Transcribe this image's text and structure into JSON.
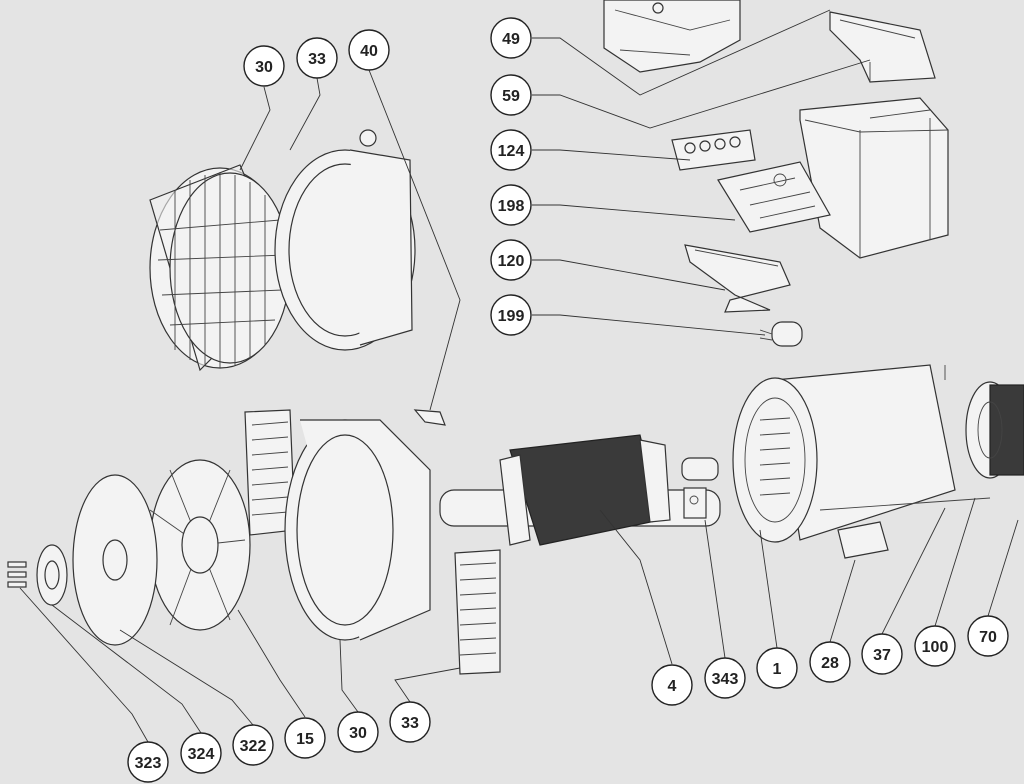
{
  "callouts": [
    {
      "id": "c49",
      "label": "49"
    },
    {
      "id": "c30a",
      "label": "30"
    },
    {
      "id": "c33a",
      "label": "33"
    },
    {
      "id": "c40",
      "label": "40"
    },
    {
      "id": "c59",
      "label": "59"
    },
    {
      "id": "c124",
      "label": "124"
    },
    {
      "id": "c198",
      "label": "198"
    },
    {
      "id": "c120",
      "label": "120"
    },
    {
      "id": "c199",
      "label": "199"
    },
    {
      "id": "c4",
      "label": "4"
    },
    {
      "id": "c343",
      "label": "343"
    },
    {
      "id": "c1",
      "label": "1"
    },
    {
      "id": "c28",
      "label": "28"
    },
    {
      "id": "c37",
      "label": "37"
    },
    {
      "id": "c100",
      "label": "100"
    },
    {
      "id": "c70",
      "label": "70"
    },
    {
      "id": "c323",
      "label": "323"
    },
    {
      "id": "c324",
      "label": "324"
    },
    {
      "id": "c322",
      "label": "322"
    },
    {
      "id": "c15",
      "label": "15"
    },
    {
      "id": "c30b",
      "label": "30"
    },
    {
      "id": "c33b",
      "label": "33"
    }
  ]
}
